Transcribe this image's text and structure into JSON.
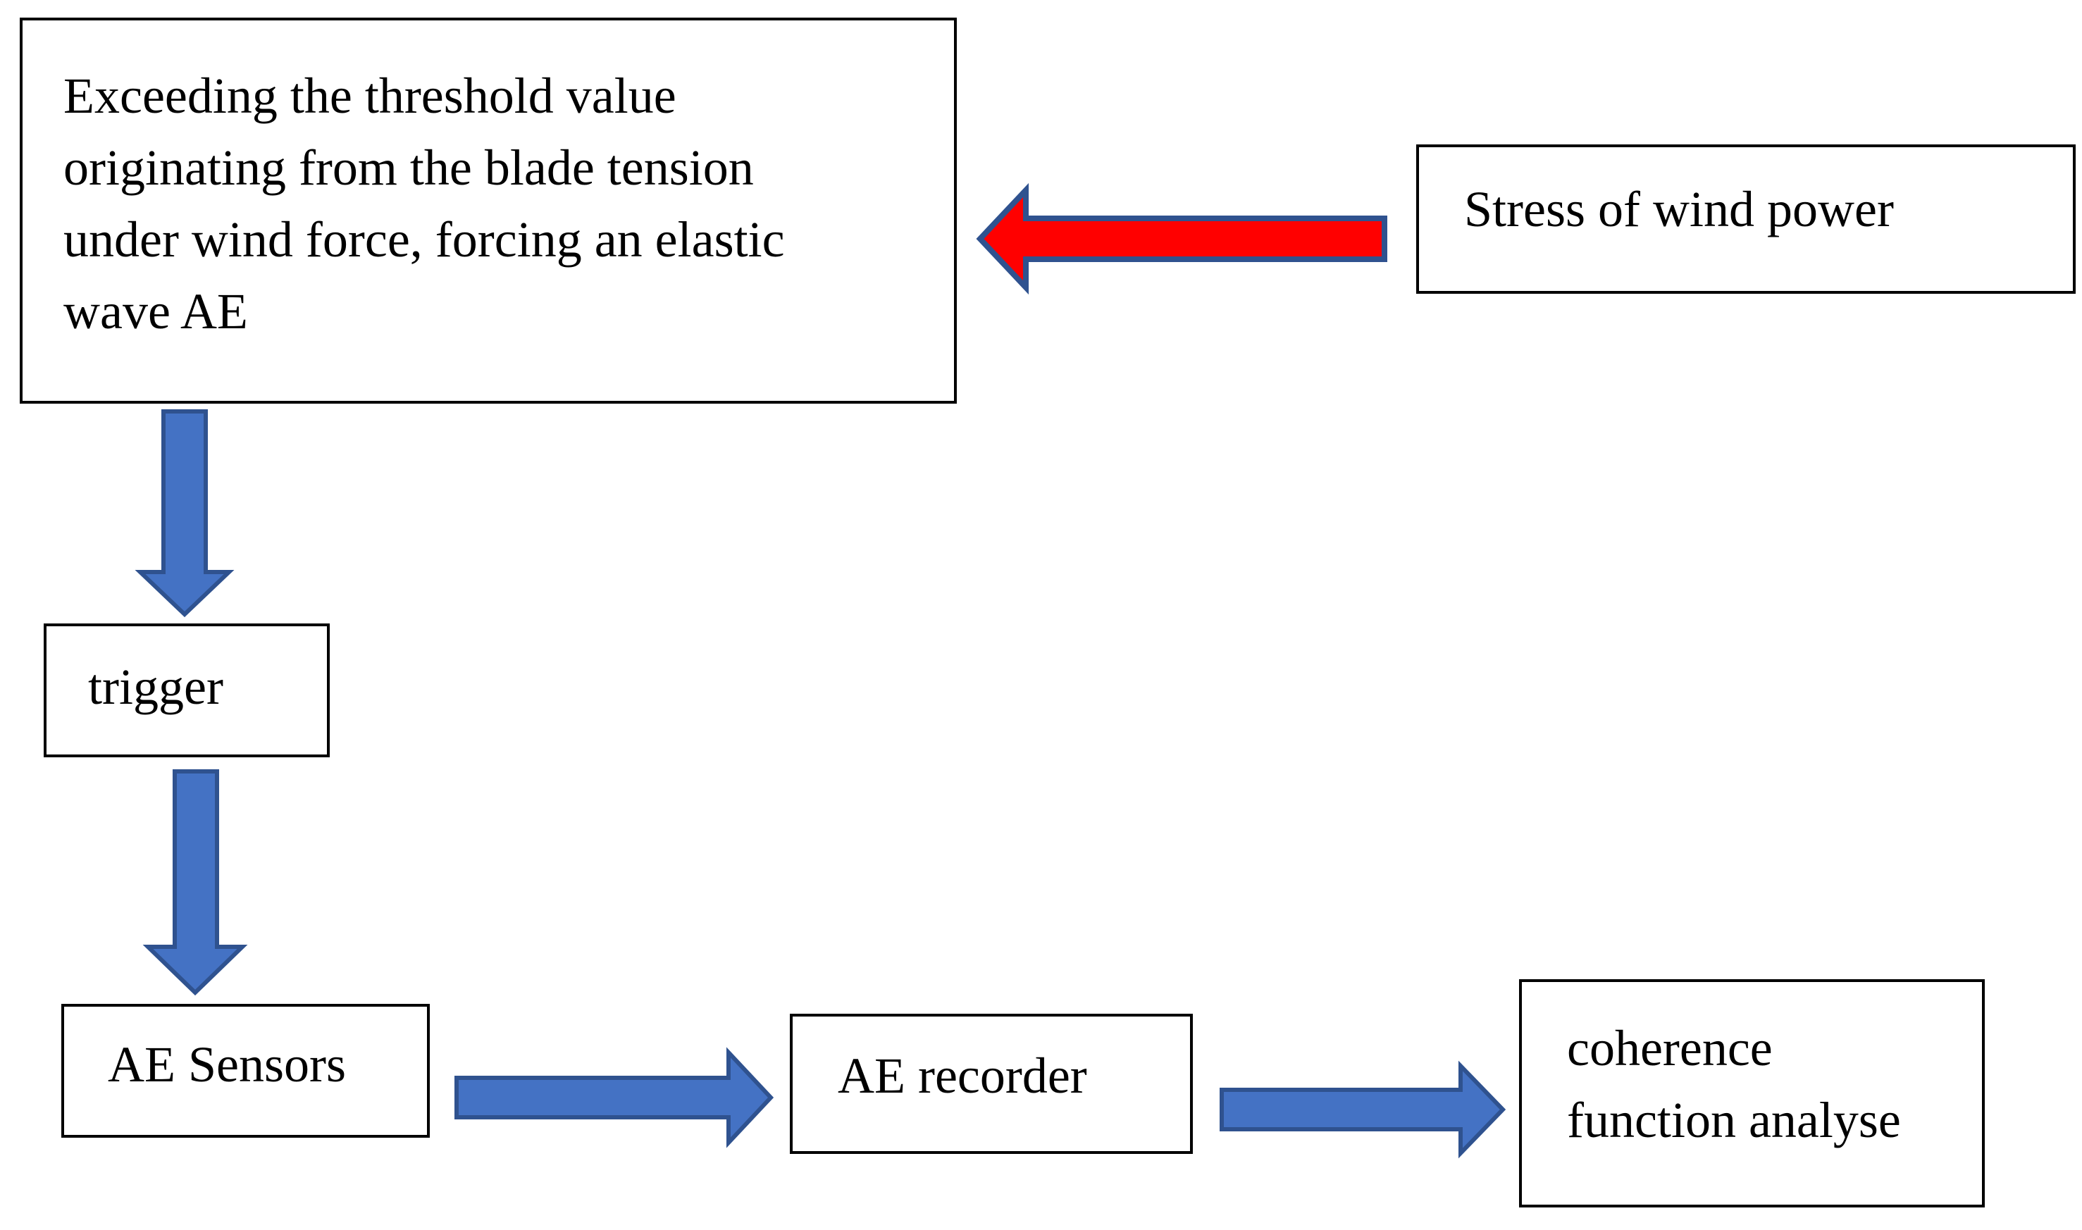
{
  "colors": {
    "primary_arrow": "#4472C4",
    "primary_arrow_stroke": "#2F528F",
    "highlight_arrow": "#FF0000",
    "highlight_arrow_stroke": "#2F528F",
    "box_border": "#000000"
  },
  "nodes": {
    "threshold": "Exceeding the threshold value\noriginating from the blade tension\nunder wind force, forcing an elastic\nwave AE",
    "stress": "Stress of wind power",
    "trigger": "trigger",
    "sensors": "AE Sensors",
    "recorder": "AE recorder",
    "coherence": "coherence\nfunction analyse"
  },
  "edges": [
    {
      "from": "stress",
      "to": "threshold",
      "style": "highlight"
    },
    {
      "from": "threshold",
      "to": "trigger",
      "style": "primary"
    },
    {
      "from": "trigger",
      "to": "sensors",
      "style": "primary"
    },
    {
      "from": "sensors",
      "to": "recorder",
      "style": "primary"
    },
    {
      "from": "recorder",
      "to": "coherence",
      "style": "primary"
    }
  ]
}
